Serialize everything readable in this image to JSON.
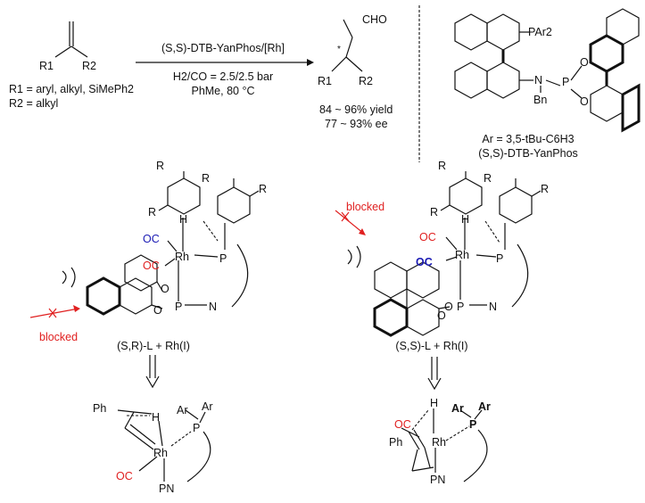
{
  "reaction": {
    "reagent_top": "(S,S)-DTB-YanPhos/[Rh]",
    "conditions_line1": "H2/CO = 2.5/2.5 bar",
    "conditions_line2": "PhMe, 80 °C",
    "sub_r1": "R1",
    "sub_r2": "R2",
    "r1_def": "R1 = aryl, alkyl, SiMePh2",
    "r2_def": "R2 = alkyl",
    "product_cho": "CHO",
    "product_star": "*",
    "yield": "84 ~ 96% yield",
    "ee": "77 ~ 93% ee"
  },
  "ligand": {
    "par2": "PAr2",
    "n": "N",
    "p": "P",
    "o_top": "O",
    "o_bottom": "O",
    "bn": "Bn",
    "ar_def": "Ar = 3,5-tBu-C6H3",
    "name": "(S,S)-DTB-YanPhos"
  },
  "complex_left": {
    "r_labels": [
      "R",
      "R",
      "R",
      "R"
    ],
    "h": "H",
    "oc1": "OC",
    "oc2": "OC",
    "rh": "Rh",
    "p_top": "P",
    "o1": "O",
    "o2": "O",
    "p_bottom": "P",
    "n": "N",
    "blocked": "blocked",
    "caption": "(S,R)-L + Rh(I)"
  },
  "complex_right": {
    "r_labels": [
      "R",
      "R",
      "R",
      "R"
    ],
    "h": "H",
    "oc1": "OC",
    "oc2": "OC",
    "rh": "Rh",
    "p_top": "P",
    "o1": "O",
    "o2": "O",
    "p_bottom": "P",
    "n": "N",
    "blocked": "blocked",
    "caption": "(S,S)-L + Rh(I)"
  },
  "ts_left": {
    "ph": "Ph",
    "h": "H",
    "ar1": "Ar",
    "ar2": "Ar",
    "p": "P",
    "rh": "Rh",
    "oc": "OC",
    "pn": "PN"
  },
  "ts_right": {
    "oc": "OC",
    "h": "H",
    "ar1": "Ar",
    "ar2": "Ar",
    "p": "P",
    "ph": "Ph",
    "rh": "Rh",
    "pn": "PN"
  },
  "colors": {
    "red": "#e02020",
    "blue": "#1a1ab4",
    "ink": "#111111"
  }
}
